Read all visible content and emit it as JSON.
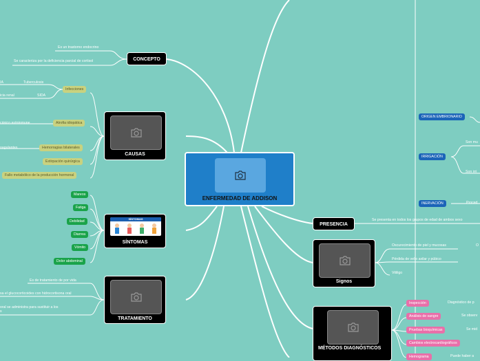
{
  "central": {
    "title": "ENFERMEDAD DE ADDISON"
  },
  "concepto": {
    "title": "CONCEPTO",
    "items": [
      "Es un trastorno endocrino",
      "Se caracteriza por la deficiencia parcial de cortisol"
    ]
  },
  "causas": {
    "title": "CAUSAS",
    "infecciones": "Infecciones",
    "tuberculosis": "Tuberculosis",
    "sida": "SIDA",
    "frag_a": "IA",
    "frag_renal": "icia renal",
    "atrofia": "Atrofia idiopática",
    "atrofia_child": "cánico autoinmune",
    "hemorragias": "Hemorragias bilaterales",
    "hemorragias_child": "oagulantes",
    "extirpacion": "Extirpación quirúrgica",
    "fallo": "Fallo metabólico de la producción hormonal"
  },
  "sintomas": {
    "title": "SÍNTOMAS",
    "items": [
      "Mareos",
      "Fatiga",
      "Debilidad",
      "Diarrea",
      "Vómito",
      "Dolor abdominal"
    ],
    "banner": "SÍNTOMAS"
  },
  "tratamiento": {
    "title": "TRATAMIENTO",
    "items": [
      "Es de tratamiento de por vida",
      "sa el glucocorticoides con hidrocortisona oral",
      "oral se administra para sustituir a los",
      "s"
    ]
  },
  "presencia": {
    "title": "PRESENCIA",
    "item": "Se presenta en todos los grupos de edad de ambos sexo"
  },
  "signos": {
    "title": "Signos",
    "items": [
      "Oscurecimiento de piel y mucosas",
      "Pérdida de vello axilar y púbico",
      "Vitiligo"
    ],
    "frag": "O"
  },
  "metodos": {
    "title": "MÉTODOS DIAGNÓSTICOS",
    "items": [
      {
        "label": "Inspección",
        "child": "Diagnóstico de p"
      },
      {
        "label": "Análisis de sangre",
        "child": "Se observ"
      },
      {
        "label": "Pruebas bioquímicas",
        "child": "Se mid"
      },
      {
        "label": "Cambios electrocardiográficos",
        "child": ""
      },
      {
        "label": "Hemograma",
        "child": "Puede haber a"
      }
    ]
  },
  "right": {
    "origen": "ORIGEN EMBRIONARIO",
    "irrigacion": "IRRIGACIÓN",
    "irrig_children": [
      "Son mu",
      "Son irri"
    ],
    "inervacion": "INERVACIÓN",
    "inerv_child": "Proced"
  },
  "icons": {
    "image_placeholder": "camera-icon"
  },
  "colors": {
    "background": "#7ecdc1",
    "central": "#1f7fc9",
    "causas_pill": "#c9d27f",
    "sintomas_pill": "#1aa34a",
    "metodos_pill": "#e96fa9",
    "right_pill": "#1b64b8"
  }
}
